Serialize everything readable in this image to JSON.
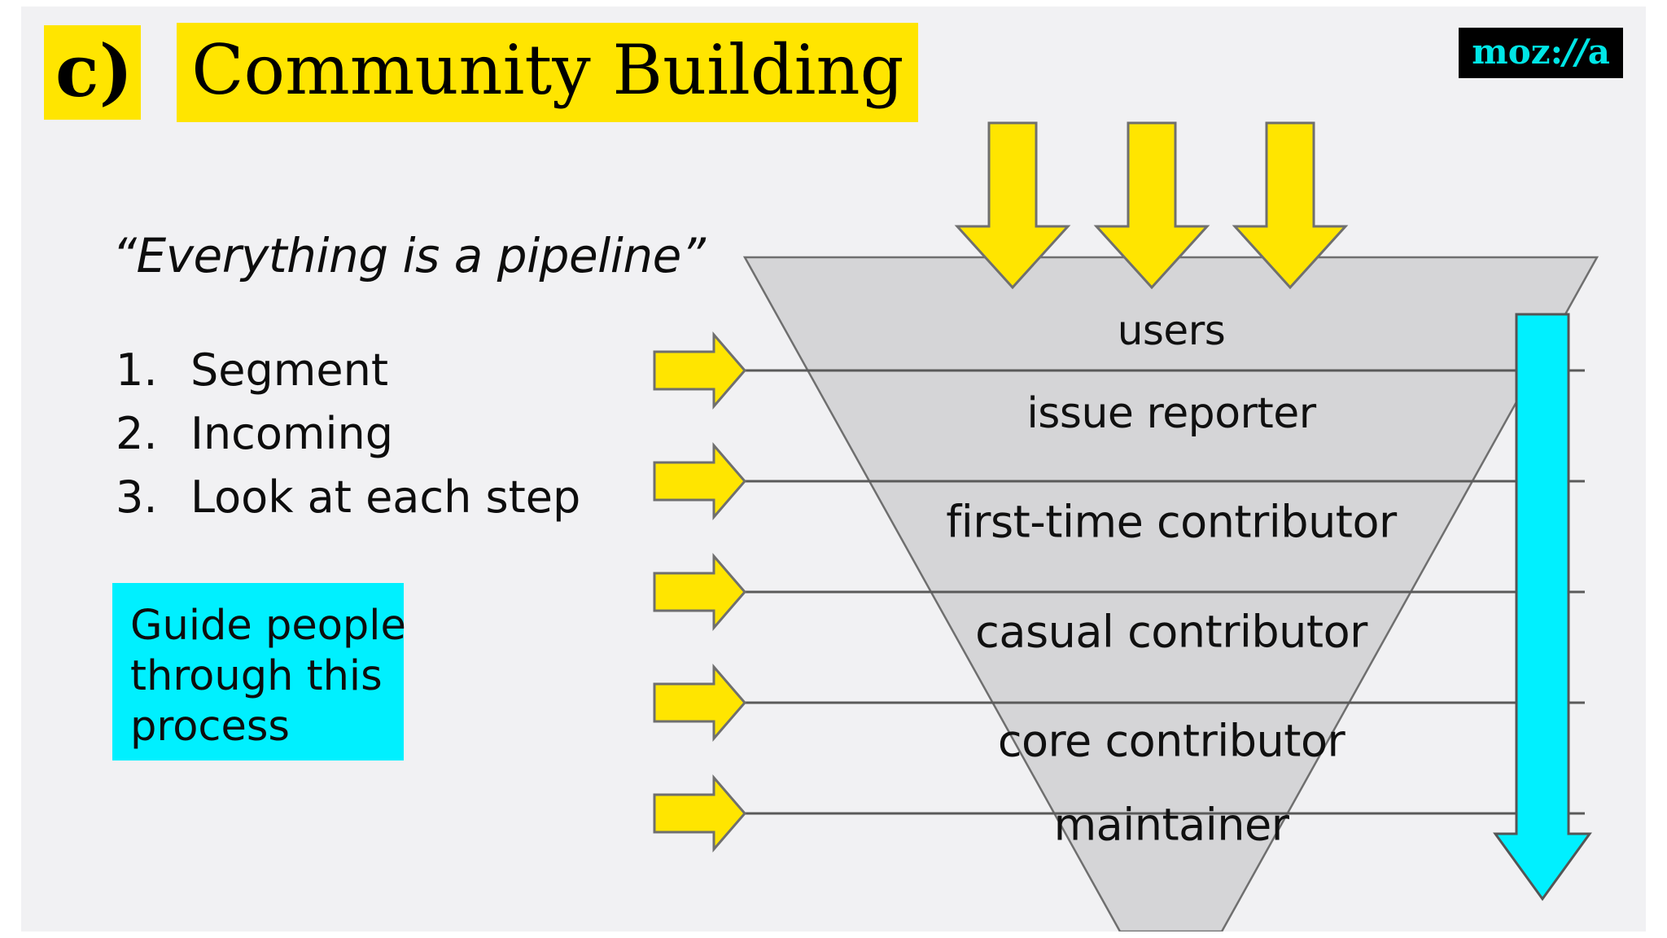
{
  "slide": {
    "background_color": "#f1f1f3",
    "title_highlight_color": "#ffe500",
    "cyan_color": "#00f0ff",
    "yellow_color": "#ffe500",
    "funnel_fill_color": "#d5d5d7",
    "outline_color": "#555555"
  },
  "header": {
    "bullet_letter": "c)",
    "title": "Community Building",
    "logo": {
      "pre": "moz:",
      "slashes": "//",
      "post": "a",
      "full": "moz://a"
    }
  },
  "left": {
    "quote": "“Everything is a pipeline”",
    "steps": [
      {
        "num": "1.",
        "label": "Segment"
      },
      {
        "num": "2.",
        "label": "Incoming"
      },
      {
        "num": "3.",
        "label": "Look at each step"
      }
    ],
    "callout": {
      "lines": [
        "Guide people",
        "through this",
        "process"
      ],
      "text": "Guide people through this process",
      "background_color": "#00f0ff"
    }
  },
  "funnel": {
    "stages": [
      {
        "label": "users"
      },
      {
        "label": "issue reporter"
      },
      {
        "label": "first-time contributor"
      },
      {
        "label": "casual contributor"
      },
      {
        "label": "core contributor"
      },
      {
        "label": "maintainer"
      }
    ],
    "incoming_arrows_top": 3,
    "incoming_arrows_side": 5,
    "side_arrow_color": "#ffe500",
    "top_arrow_color": "#ffe500",
    "progress_arrow_color": "#00f0ff",
    "progress_arrow_direction": "down"
  }
}
